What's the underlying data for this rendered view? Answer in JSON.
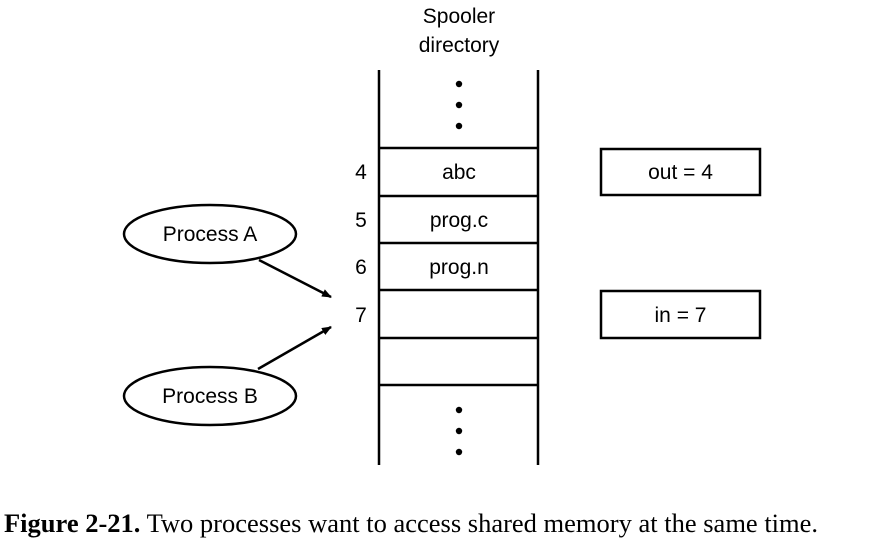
{
  "directory": {
    "title_line1": "Spooler",
    "title_line2": "directory",
    "slots": [
      {
        "index": "4",
        "content": "abc"
      },
      {
        "index": "5",
        "content": "prog.c"
      },
      {
        "index": "6",
        "content": "prog.n"
      },
      {
        "index": "7",
        "content": ""
      },
      {
        "index": "",
        "content": ""
      }
    ]
  },
  "variables": {
    "out": "out = 4",
    "in": "in = 7"
  },
  "processes": {
    "a": "Process A",
    "b": "Process B"
  },
  "caption": {
    "label": "Figure 2-21.",
    "text": "Two processes want to access shared memory at the same time."
  }
}
